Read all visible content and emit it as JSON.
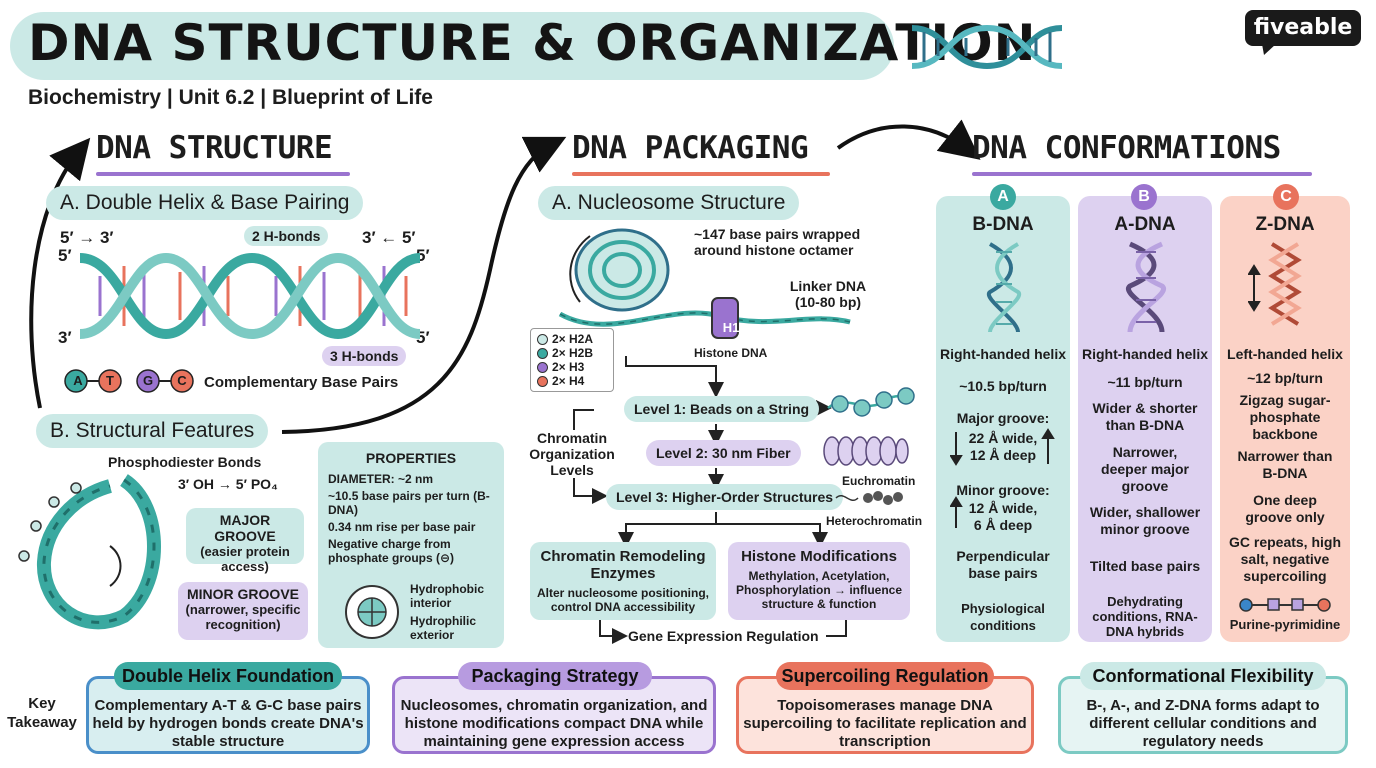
{
  "header": {
    "title": "DNA STRUCTURE & ORGANIZATION",
    "subtitle": "Biochemistry | Unit 6.2 | Blueprint of Life",
    "logo": "fiveable"
  },
  "structure": {
    "title": "DNA STRUCTURE",
    "helix_title": "A. Double Helix & Base Pairing",
    "five_prime": "5′",
    "three_prime": "3′",
    "dir_left": "5′ → 3′",
    "dir_right": "3′ ← 5′",
    "h2_label": "2 H-bonds",
    "h3_label": "3 H-bonds",
    "base_a": "A",
    "base_t": "T",
    "base_g": "G",
    "base_c": "C",
    "pairs_label": "Complementary Base Pairs",
    "features_title": "B. Structural Features",
    "phospho_label": "Phosphodiester Bonds",
    "phospho_formula": "3′ OH → 5′ PO₄",
    "major_groove": "MAJOR GROOVE",
    "major_note": "(easier protein access)",
    "minor_groove": "MINOR GROOVE",
    "minor_note": "(narrower, specific recognition)",
    "properties_title": "PROPERTIES",
    "properties": [
      "DIAMETER: ~2 nm",
      "~10.5 base pairs per turn (B-DNA)",
      "0.34 nm rise per base pair",
      "Negative charge from phosphate groups (⊖)"
    ],
    "hydrophobic": "Hydrophobic interior",
    "hydrophilic": "Hydrophilic exterior"
  },
  "packaging": {
    "title": "DNA PACKAGING",
    "nucleosome_title": "A. Nucleosome Structure",
    "bp_note": "~147 base pairs wrapped around histone octamer",
    "linker": "Linker DNA (10-80 bp)",
    "h1": "H1",
    "histone_dna": "Histone DNA",
    "histones": [
      "2× H2A",
      "2× H2B",
      "2× H3",
      "2× H4"
    ],
    "chromatin_levels": "Chromatin Organization Levels",
    "level1": "Level 1: Beads on a String",
    "level2": "Level 2: 30 nm Fiber",
    "level3": "Level 3: Higher-Order Structures",
    "euchromatin": "Euchromatin",
    "heterochromatin": "Heterochromatin",
    "remodel_title": "Chromatin Remodeling Enzymes",
    "remodel_text": "Alter nucleosome positioning, control DNA accessibility",
    "histone_mod_title": "Histone Modifications",
    "histone_mod_text": "Methylation, Acetylation, Phosphorylation → influence structure & function",
    "gene_reg": "Gene Expression Regulation"
  },
  "conformations": {
    "title": "DNA CONFORMATIONS",
    "columns": [
      {
        "letter": "A",
        "name": "B-DNA",
        "color": "#3aa9a0",
        "lines": [
          "Right-handed helix",
          "~10.5 bp/turn",
          "Major groove:",
          "22 Å wide, 12 Å deep",
          "Minor groove:",
          "12 Å wide, 6 Å deep",
          "Perpendicular base pairs",
          "Physiological conditions"
        ]
      },
      {
        "letter": "B",
        "name": "A-DNA",
        "color": "#9a73cf",
        "lines": [
          "Right-handed helix",
          "~11 bp/turn",
          "Wider & shorter than B-DNA",
          "Narrower, deeper major groove",
          "Wider, shallower minor groove",
          "Tilted base pairs",
          "Dehydrating conditions, RNA-DNA hybrids"
        ]
      },
      {
        "letter": "C",
        "name": "Z-DNA",
        "color": "#e8735d",
        "lines": [
          "Left-handed helix",
          "~12 bp/turn",
          "Zigzag sugar-phosphate backbone",
          "Narrower than B-DNA",
          "One deep groove only",
          "GC repeats, high salt, negative supercoiling",
          "Purine-pyrimidine"
        ]
      }
    ]
  },
  "takeaways": {
    "label": "Key Takeaway",
    "items": [
      {
        "tag": "Double Helix Foundation",
        "text": "Complementary A-T & G-C base pairs held by hydrogen bonds create DNA's stable structure"
      },
      {
        "tag": "Packaging Strategy",
        "text": "Nucleosomes, chromatin organization, and histone modifications compact DNA while maintaining gene expression access"
      },
      {
        "tag": "Supercoiling Regulation",
        "text": "Topoisomerases manage DNA supercoiling to facilitate replication and transcription"
      },
      {
        "tag": "Conformational Flexibility",
        "text": "B-, A-, and Z-DNA forms adapt to different cellular conditions and regulatory needs"
      }
    ]
  },
  "colors": {
    "teal": "#3aa9a0",
    "teal_light": "#cbe9e6",
    "purple": "#9a73cf",
    "purple_light": "#ddd1f0",
    "coral": "#e8735d",
    "coral_light": "#fbd2c6",
    "blue_border": "#4a8fc9"
  }
}
